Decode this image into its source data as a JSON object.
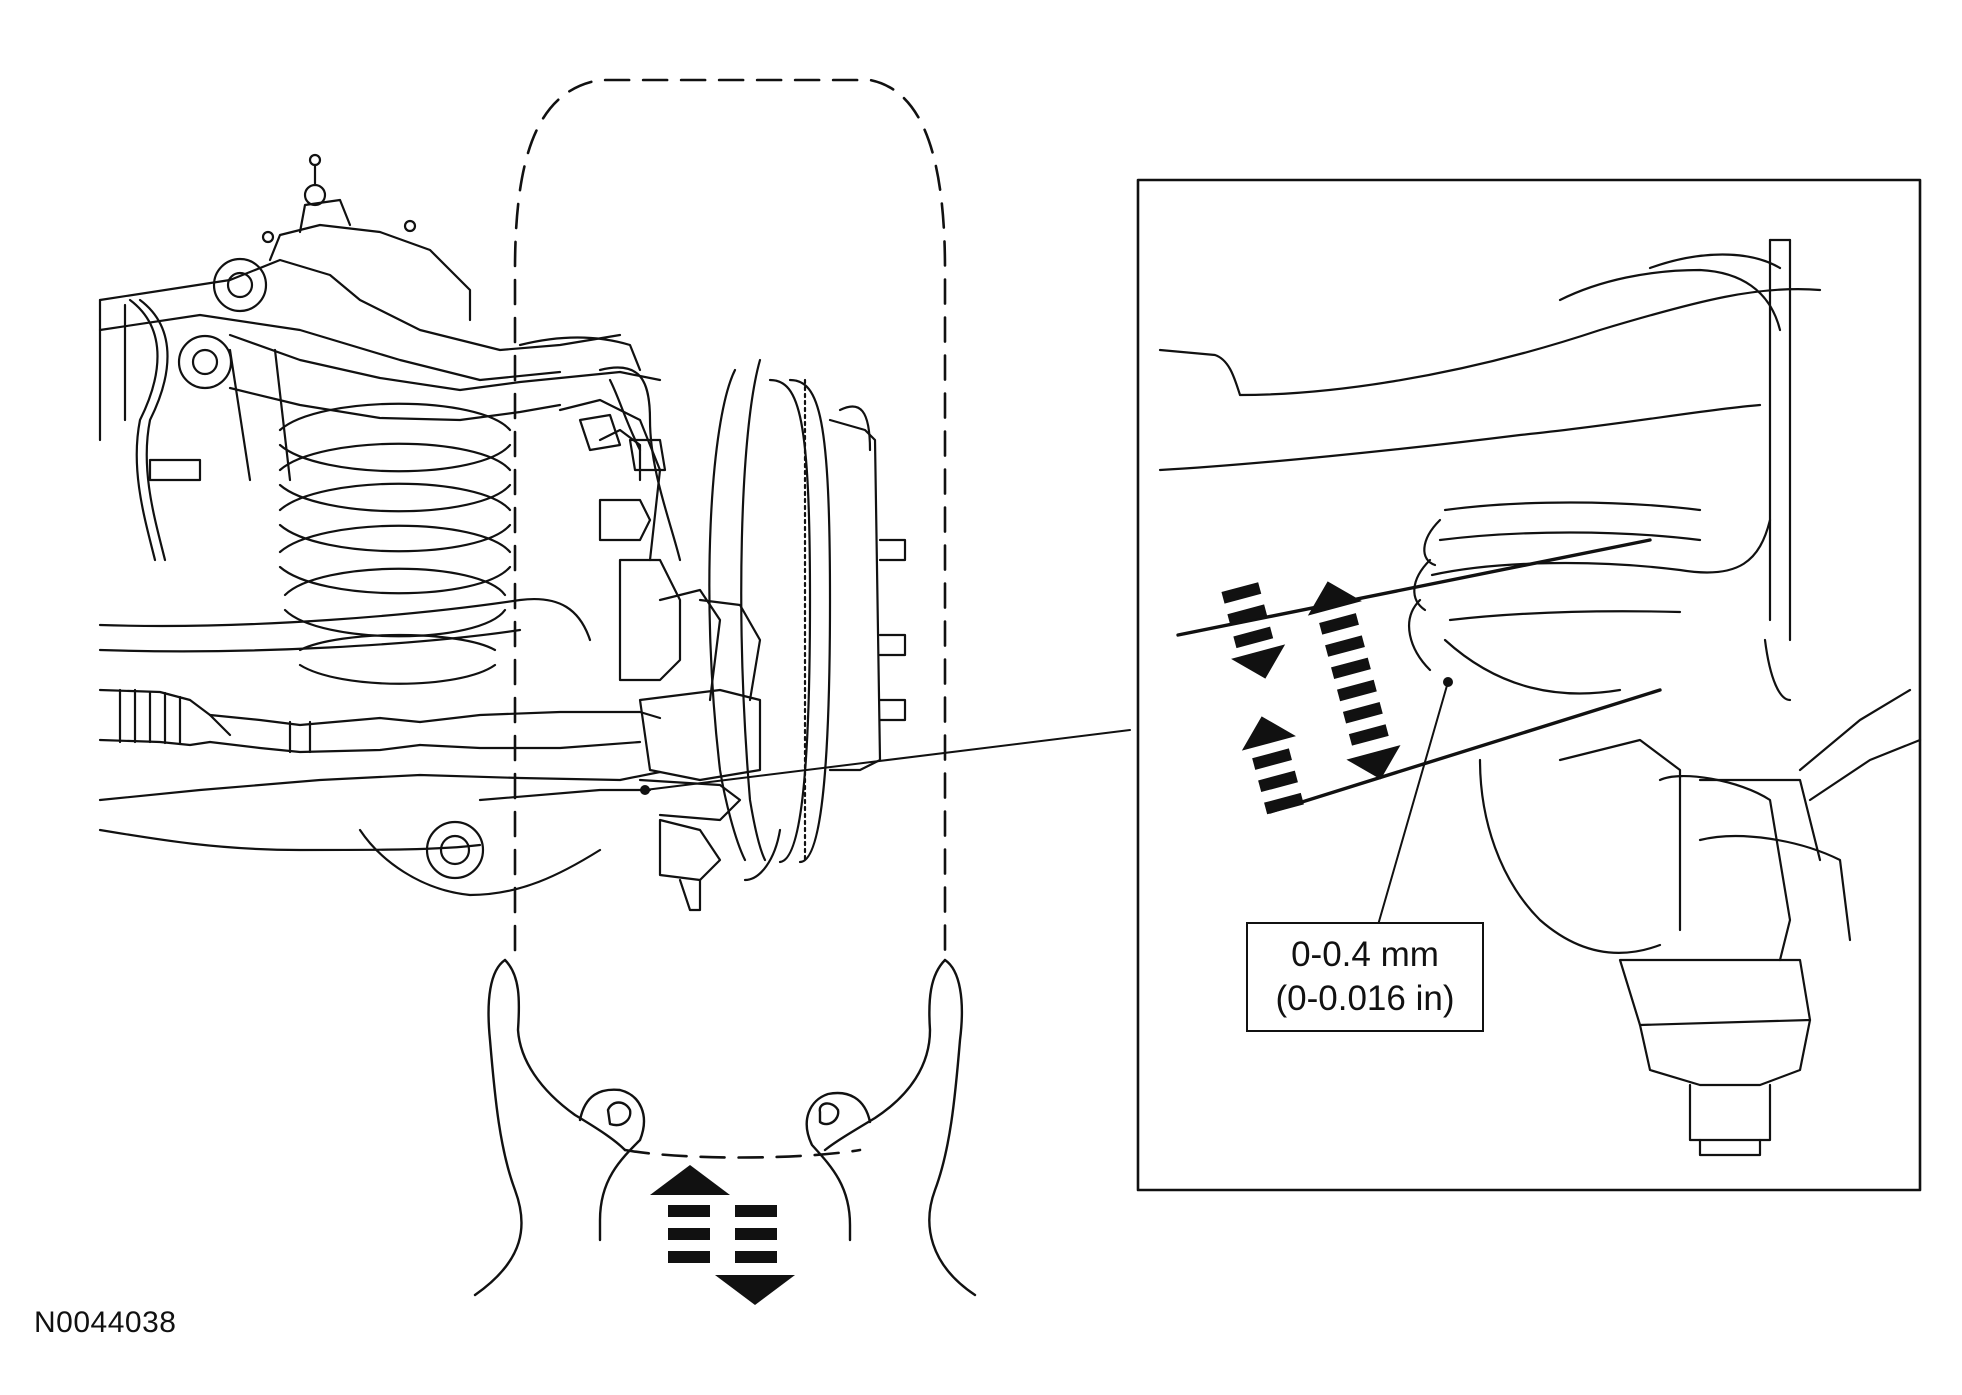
{
  "figure_id": "N0044038",
  "callout": {
    "line1": "0-0.4 mm",
    "line2": "(0-0.016 in)"
  },
  "colors": {
    "ink": "#111111",
    "background": "#ffffff"
  },
  "icons": [
    "hand-icon",
    "double-arrow-icon"
  ]
}
